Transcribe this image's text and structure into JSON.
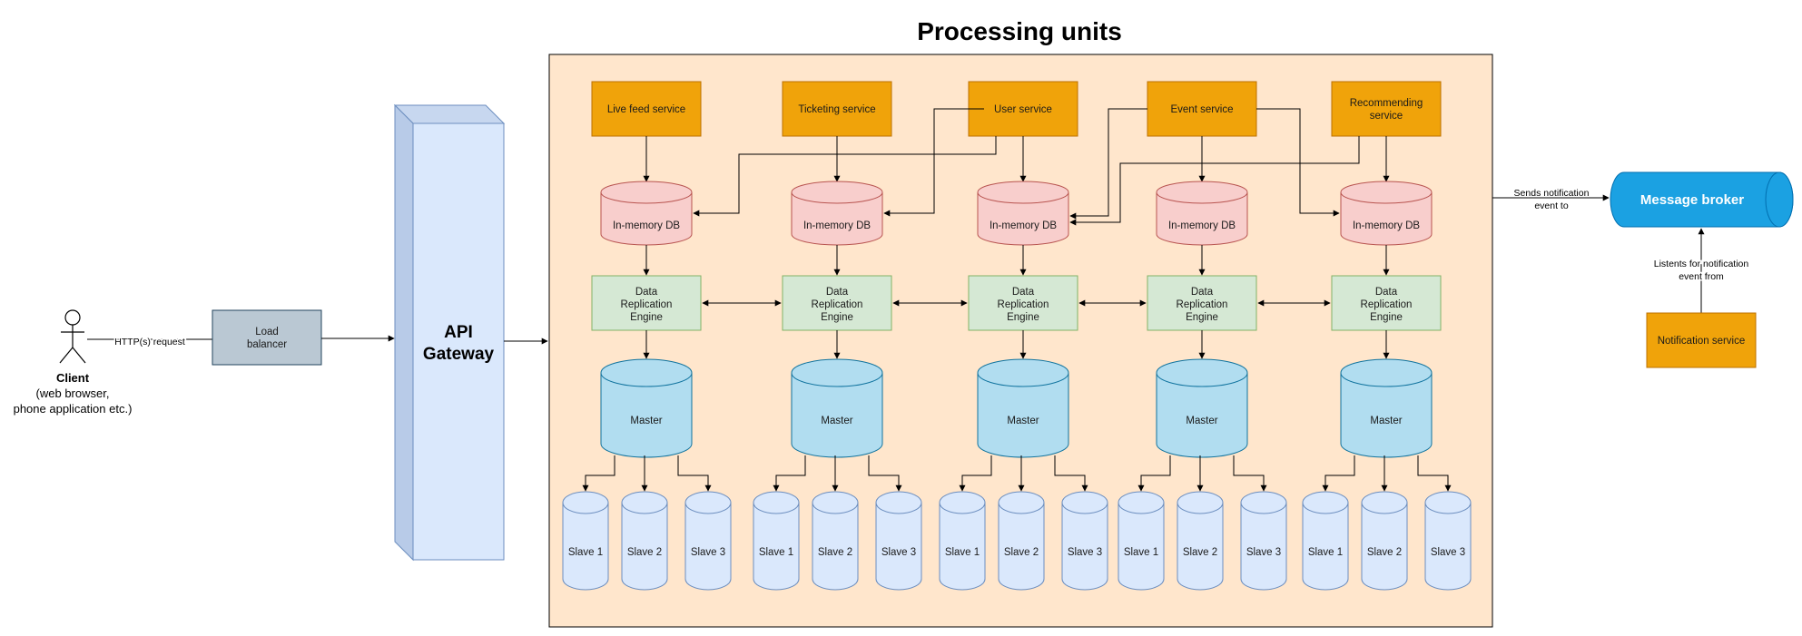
{
  "title": "Processing units",
  "client": {
    "name": "Client",
    "line1": "(web browser,",
    "line2": "phone application etc.)"
  },
  "edge_http": "HTTP(s) request",
  "load_balancer": {
    "line1": "Load",
    "line2": "balancer"
  },
  "api_gateway": {
    "line1": "API",
    "line2": "Gateway"
  },
  "services": [
    {
      "line1": "Live feed service",
      "line2": ""
    },
    {
      "line1": "Ticketing service",
      "line2": ""
    },
    {
      "line1": "User service",
      "line2": ""
    },
    {
      "line1": "Event service",
      "line2": ""
    },
    {
      "line1": "Recommending",
      "line2": "service"
    }
  ],
  "inmemory_label": "In-memory DB",
  "replication": {
    "line1": "Data",
    "line2": "Replication",
    "line3": "Engine"
  },
  "master_label": "Master",
  "slave_labels": [
    "Slave 1",
    "Slave 2",
    "Slave 3"
  ],
  "message_broker": "Message broker",
  "edge_sends": {
    "line1": "Sends notification",
    "line2": "event to"
  },
  "edge_listens": {
    "line1": "Listents for notification",
    "line2": "event from"
  },
  "notification_service": "Notification service",
  "colors": {
    "service_fill": "#f0a30a",
    "service_stroke": "#bd7000",
    "inmemory_fill": "#f8cecc",
    "inmemory_stroke": "#b85450",
    "replication_fill": "#d5e8d4",
    "replication_stroke": "#82b366",
    "master_fill": "#b1ddf0",
    "master_stroke": "#10739e",
    "slave_fill": "#dae8fc",
    "slave_stroke": "#6c8ebf",
    "container_fill": "#ffe6cc",
    "lb_fill": "#bac8d3",
    "lb_stroke": "#23445d",
    "gateway_fill": "#dae8fc",
    "gateway_stroke": "#6c8ebf",
    "broker_fill": "#1ba1e2",
    "broker_stroke": "#006eaf"
  }
}
